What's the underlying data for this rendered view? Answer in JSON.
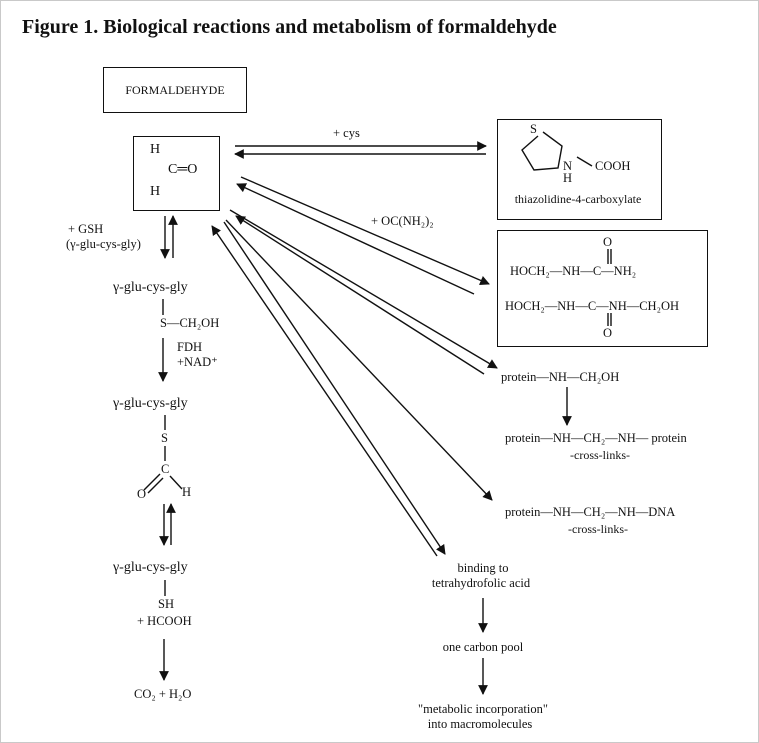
{
  "figure": {
    "title": "Figure 1. Biological reactions and metabolism of formaldehyde"
  },
  "formaldehyde": {
    "label": "FORMALDEHYDE",
    "atom_h_top": "H",
    "atom_c_o": "C═O",
    "atom_h_bottom": "H"
  },
  "reactions": {
    "cys_label": "+ cys",
    "urea_label": "+ OC(NH₂)₂",
    "gsh_label_1": "+ GSH",
    "gsh_label_2": "(γ-glu-cys-gly)",
    "fdh_label_1": "FDH",
    "fdh_label_2": "+NAD⁺"
  },
  "thiazolidine": {
    "ring_s": "S",
    "ring_nh": "N",
    "ring_h": "H",
    "cooh": "COOH",
    "name": "thiazolidine-4-carboxylate"
  },
  "urea_products": {
    "o_top": "O",
    "line1": "HOCH₂—NH—C—NH₂",
    "line2": "HOCH₂—NH—C—NH—CH₂OH",
    "o_bottom": "O"
  },
  "protein": {
    "hydroxymethyl": "protein—NH—CH₂OH",
    "crosslink_protein": "protein—NH—CH₂—NH— protein",
    "crosslink_protein_label": "-cross-links-",
    "crosslink_dna": "protein—NH—CH₂—NH—DNA",
    "crosslink_dna_label": "-cross-links-"
  },
  "glutathione_path": {
    "gsh_1": "γ-glu-cys-gly",
    "s_ch2oh": "S—CH₂OH",
    "gsh_2": "γ-glu-cys-gly",
    "s_2": "S",
    "c_2": "C",
    "o_2": "O",
    "h_2": "H",
    "gsh_3": "γ-glu-cys-gly",
    "sh": "SH",
    "hcooh": "+ HCOOH",
    "final": "CO₂ + H₂O"
  },
  "folate_path": {
    "binding_1": "binding to",
    "binding_2": "tetrahydrofolic acid",
    "pool": "one carbon pool",
    "incorporation_1": "\"metabolic incorporation\"",
    "incorporation_2": "into macromolecules"
  }
}
